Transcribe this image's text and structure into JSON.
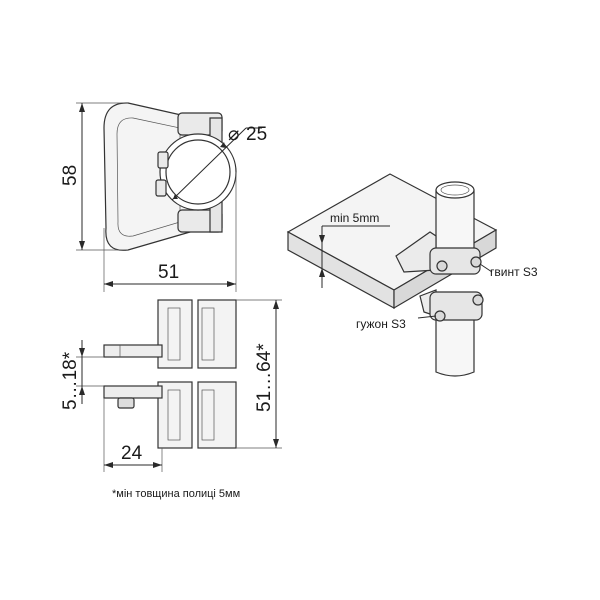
{
  "labels": {
    "dim_height_top": "58",
    "dim_diameter": "25",
    "dim_width_top": "51",
    "dim_shelf_range": "5…18*",
    "dim_height_range": "51…64*",
    "dim_width_bottom": "24",
    "min_thickness": "min 5mm",
    "screw": "гвинт S3",
    "nut": "гужон S3",
    "footnote": "*мін товщина полиці 5мм"
  },
  "symbols": {
    "diameter": "⌀"
  },
  "colors": {
    "line": "#2a2a2a",
    "part_fill": "#f2f2f2",
    "shelf_fill": "#ececec"
  }
}
